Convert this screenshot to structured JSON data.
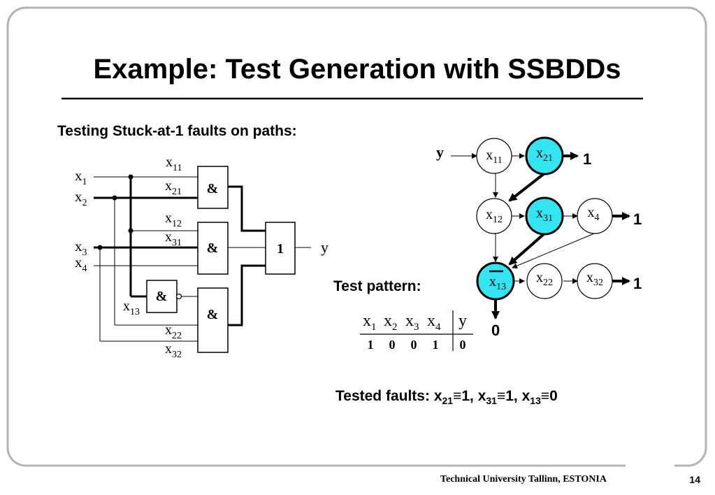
{
  "slide": {
    "title": "Example: Test Generation with SSBDDs",
    "subtitle": "Testing Stuck-at-1 faults on paths:",
    "footer": "Technical University Tallinn, ESTONIA",
    "page_number": "14"
  },
  "circuit": {
    "inputs": [
      {
        "base": "x",
        "sub": "1"
      },
      {
        "base": "x",
        "sub": "2"
      },
      {
        "base": "x",
        "sub": "3"
      },
      {
        "base": "x",
        "sub": "4"
      }
    ],
    "branches": [
      {
        "base": "x",
        "sub": "11"
      },
      {
        "base": "x",
        "sub": "21"
      },
      {
        "base": "x",
        "sub": "12"
      },
      {
        "base": "x",
        "sub": "31"
      },
      {
        "base": "x",
        "sub": "13"
      },
      {
        "base": "x",
        "sub": "22"
      },
      {
        "base": "x",
        "sub": "32"
      }
    ],
    "gates": {
      "and": "&",
      "or": "1"
    },
    "output": "y"
  },
  "ssbdd": {
    "root": "y",
    "nodes": [
      {
        "base": "x",
        "sub": "11"
      },
      {
        "base": "x",
        "sub": "21"
      },
      {
        "base": "x",
        "sub": "12"
      },
      {
        "base": "x",
        "sub": "31"
      },
      {
        "base": "x",
        "sub": "4"
      },
      {
        "base": "x",
        "sub": "13"
      },
      {
        "base": "x",
        "sub": "22"
      },
      {
        "base": "x",
        "sub": "32"
      }
    ],
    "terminals": [
      "1",
      "1",
      "1",
      "0"
    ],
    "highlight_color": "#33e5f0"
  },
  "test_pattern": {
    "label": "Test pattern:",
    "headers": [
      {
        "base": "x",
        "sub": "1"
      },
      {
        "base": "x",
        "sub": "2"
      },
      {
        "base": "x",
        "sub": "3"
      },
      {
        "base": "x",
        "sub": "4"
      },
      {
        "base": "y",
        "sub": ""
      }
    ],
    "values": [
      "1",
      "0",
      "0",
      "1",
      "0"
    ]
  },
  "tested_faults": {
    "label": "Tested faults:",
    "faults": [
      {
        "base": "x",
        "sub": "21",
        "value": "1"
      },
      {
        "base": "x",
        "sub": "31",
        "value": "1"
      },
      {
        "base": "x",
        "sub": "13",
        "value": "0"
      }
    ],
    "equiv": "≡",
    "separator": ", "
  }
}
